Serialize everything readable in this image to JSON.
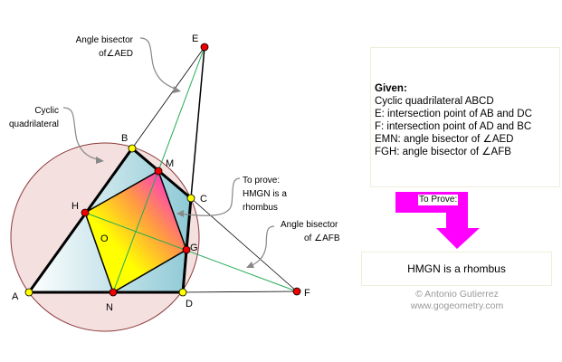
{
  "points": {
    "A": "A",
    "B": "B",
    "C": "C",
    "D": "D",
    "E": "E",
    "F": "F",
    "G": "G",
    "H": "H",
    "M": "M",
    "N": "N",
    "O": "O"
  },
  "callouts": {
    "bisector_aed": [
      "Angle bisector",
      "of∠AED"
    ],
    "cyclic": [
      "Cyclic",
      "quadrilateral"
    ],
    "to_prove": [
      "To prove:",
      "HMGN is a",
      "rhombus"
    ],
    "bisector_afb": [
      "Angle bisector",
      "of ∠AFB"
    ]
  },
  "given": {
    "title": "Given:",
    "lines": [
      "Cyclic quadrilateral ABCD",
      "E: intersection point of AB and DC",
      "F: intersection point of AD and BC",
      "EMN: angle bisector of ∠AED",
      "FGH: angle bisector of ∠AFB"
    ]
  },
  "to_prove_label": "To Prove:",
  "result": "HMGN is a rhombus",
  "credit": {
    "author": "© Antonio Gutierrez",
    "site": "www.gogeometry.com"
  },
  "colors": {
    "arrow": "#ff00ff",
    "circle_fill": "#f5e0e0",
    "circle_stroke": "#8b3a3a",
    "bisector": "#22aa55",
    "quad_fill": "#a8d8e0",
    "red_point": "#ee0000",
    "yellow_point": "#ffff00"
  }
}
